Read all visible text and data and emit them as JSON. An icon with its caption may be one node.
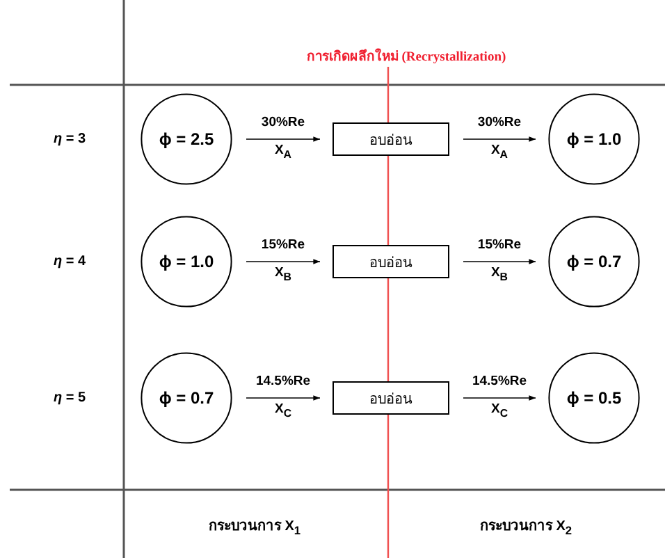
{
  "diagram": {
    "nodes": [
      {
        "text": [
          "ϕ = 2.5"
        ]
      },
      {
        "text": [
          "อบอ่อน"
        ]
      },
      {
        "text": [
          "ϕ = 1.0"
        ]
      },
      {
        "text": [
          "ϕ = 1.0"
        ]
      },
      {
        "text": [
          "อบอ่อน"
        ]
      },
      {
        "text": [
          "ϕ = 0.7"
        ]
      },
      {
        "text": [
          "ϕ = 0.7"
        ]
      },
      {
        "text": [
          "อบอ่อน"
        ]
      },
      {
        "text": [
          "ϕ = 0.5"
        ]
      }
    ],
    "edges": [
      {
        "from": 0,
        "to": 1,
        "arrow": "to",
        "label": "30%Re X$_{A}$"
      },
      {
        "from": 1,
        "to": 2,
        "arrow": "to",
        "label": "30%Re X$_{A}$"
      },
      {
        "from": 3,
        "to": 4,
        "arrow": "to",
        "label": "15%Re X$_{B}$"
      },
      {
        "from": 4,
        "to": 5,
        "arrow": "to",
        "label": "15%Re X$_{B}$"
      },
      {
        "from": 6,
        "to": 7,
        "arrow": "to",
        "label": "14.5%Re X$_{C}$"
      },
      {
        "from": 7,
        "to": 8,
        "arrow": "to",
        "label": "14.5%Re X$_{C}$"
      }
    ],
    "labels": [
      "การเกิดผลึกใหม่ (Recrystallization)",
      "*η* = 3",
      "*η* = 4",
      "*η* = 5",
      "กระบวนการ X$_{1}$",
      "กระบวนการ X$_{2}$"
    ]
  }
}
